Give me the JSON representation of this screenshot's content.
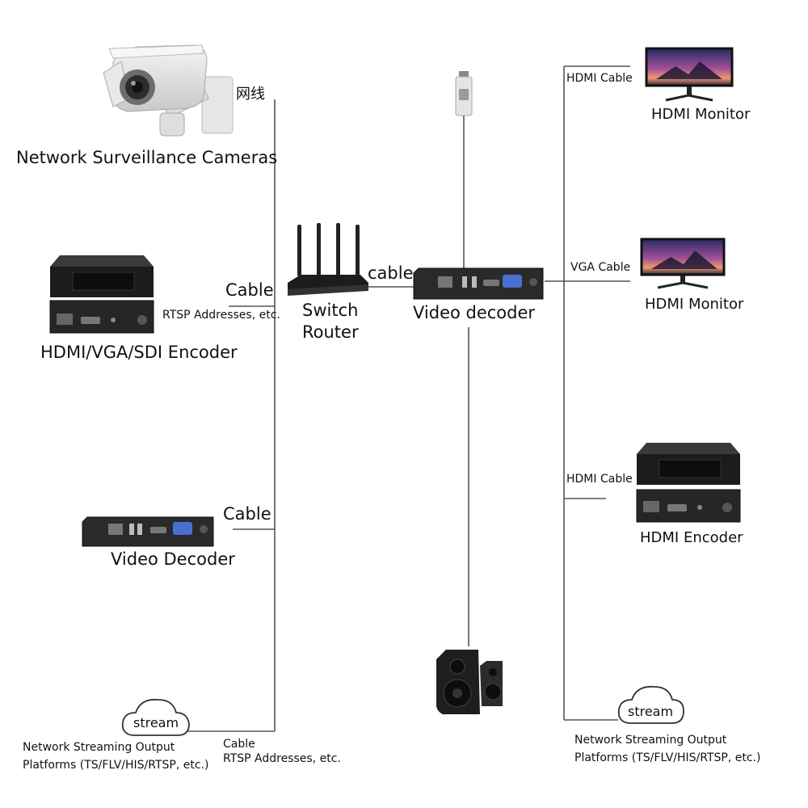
{
  "devices": {
    "camera": "Network Surveillance Cameras",
    "encoder_left": "HDMI/VGA/SDI Encoder",
    "decoder_left": "Video Decoder",
    "router_line1": "Switch",
    "router_line2": "Router",
    "decoder_center": "Video decoder",
    "monitor_top": "HDMI Monitor",
    "monitor_mid": "HDMI Monitor",
    "encoder_right": "HDMI Encoder"
  },
  "connections": {
    "camera_link": "网线",
    "encoder_cable": "Cable",
    "encoder_rtsp": "RTSP Addresses, etc.",
    "decoder_cable": "Cable",
    "router_decoder_cable": "cable",
    "stream_left_cable": "Cable",
    "stream_left_rtsp": "RTSP Addresses, etc.",
    "monitor_top_cable": "HDMI Cable",
    "monitor_mid_cable": "VGA Cable",
    "encoder_right_cable": "HDMI Cable"
  },
  "streams": {
    "left_cloud": "stream",
    "left_line1": "Network Streaming Output",
    "left_line2": "Platforms (TS/FLV/HIS/RTSP, etc.)",
    "right_cloud": "stream",
    "right_line1": "Network Streaming Output",
    "right_line2": "Platforms (TS/FLV/HIS/RTSP, etc.)"
  },
  "colors": {
    "line": "#555555",
    "device_dark": "#1e1e1e",
    "device_face": "#2b2b2b",
    "screen_sky_top": "#2a2f6e",
    "screen_sky_mid": "#b0589a",
    "screen_glow": "#f19a6a"
  },
  "icons": [
    "camera-icon",
    "encoder-icon",
    "decoder-icon",
    "router-icon",
    "usb-dongle-icon",
    "monitor-icon",
    "speaker-icon",
    "cloud-icon"
  ]
}
